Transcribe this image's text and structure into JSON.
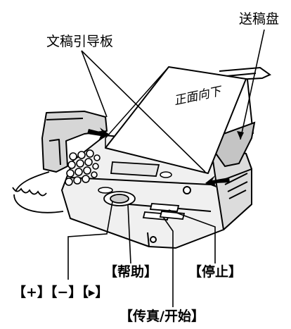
{
  "labels": {
    "document_guides": "文稿引导板",
    "paper_tray": "送稿盘",
    "face_down": "正面向下",
    "help_key": "【帮助】",
    "stop_key": "【停止】",
    "nav_keys": "【+】【−】【▸】",
    "fax_start_key": "【传真/开始】"
  }
}
